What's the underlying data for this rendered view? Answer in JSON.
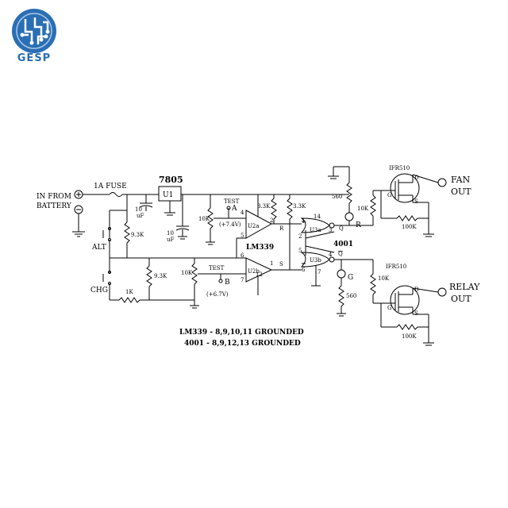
{
  "brand": {
    "name": "GESP",
    "logo_icon": "circuit-globe-icon",
    "color": "#2a6fb5"
  },
  "labels": {
    "input": [
      "IN FROM",
      "BATTERY"
    ],
    "fuse": "1A FUSE",
    "regulator_part": "7805",
    "regulator_ref": "U1",
    "alt": "ALT",
    "chg": "CHG",
    "r_9_3k_a": "9.3K",
    "r_9_3k_b": "9.3K",
    "r_1k": "1K",
    "c_10uf_a": [
      "10",
      "uF"
    ],
    "c_10uf_b": [
      "10",
      "uF"
    ],
    "r_10k_test_a": "10K",
    "r_10k_test_b": "10K",
    "test_a": [
      "TEST",
      "A",
      "(+7.4V)"
    ],
    "test_b": [
      "TEST",
      "B",
      "(+6.7V)"
    ],
    "r_3_3k_a": "3.3K",
    "r_3_3k_b": "3.3K",
    "comparator_part": "LM339",
    "comparator_a": "U2a",
    "comparator_b": "U2b",
    "pins": {
      "p4": "4",
      "p5": "5",
      "p2": "2",
      "p6": "6",
      "p7": "7",
      "p1": "1",
      "p12": "12",
      "p14": "14",
      "p2b": "2",
      "p1b": "1",
      "p3": "3",
      "p5b": "5",
      "p6b": "6",
      "p4b": "4",
      "p7b": "7"
    },
    "net_r": "R",
    "net_s": "S",
    "latch_part": "4001",
    "latch_a": "U3a",
    "latch_b": "U3b",
    "q": "Q",
    "q_bar": "Q",
    "r_560_a": "560",
    "r_560_b": "560",
    "led_r": "R",
    "led_g": "G",
    "r_10k_gate_a": "10K",
    "r_10k_gate_b": "10K",
    "mosfet_a": "IFR510",
    "mosfet_b": "IFR510",
    "gate": "G",
    "drain": "D",
    "source": "S",
    "r_100k_a": "100K",
    "r_100k_b": "100K",
    "fan_out": [
      "FAN",
      "OUT"
    ],
    "relay_out": [
      "RELAY",
      "OUT"
    ],
    "note_lm339": "LM339 - 8,9,10,11 GROUNDED",
    "note_4001": "4001 - 8,9,12,13 GROUNDED"
  }
}
